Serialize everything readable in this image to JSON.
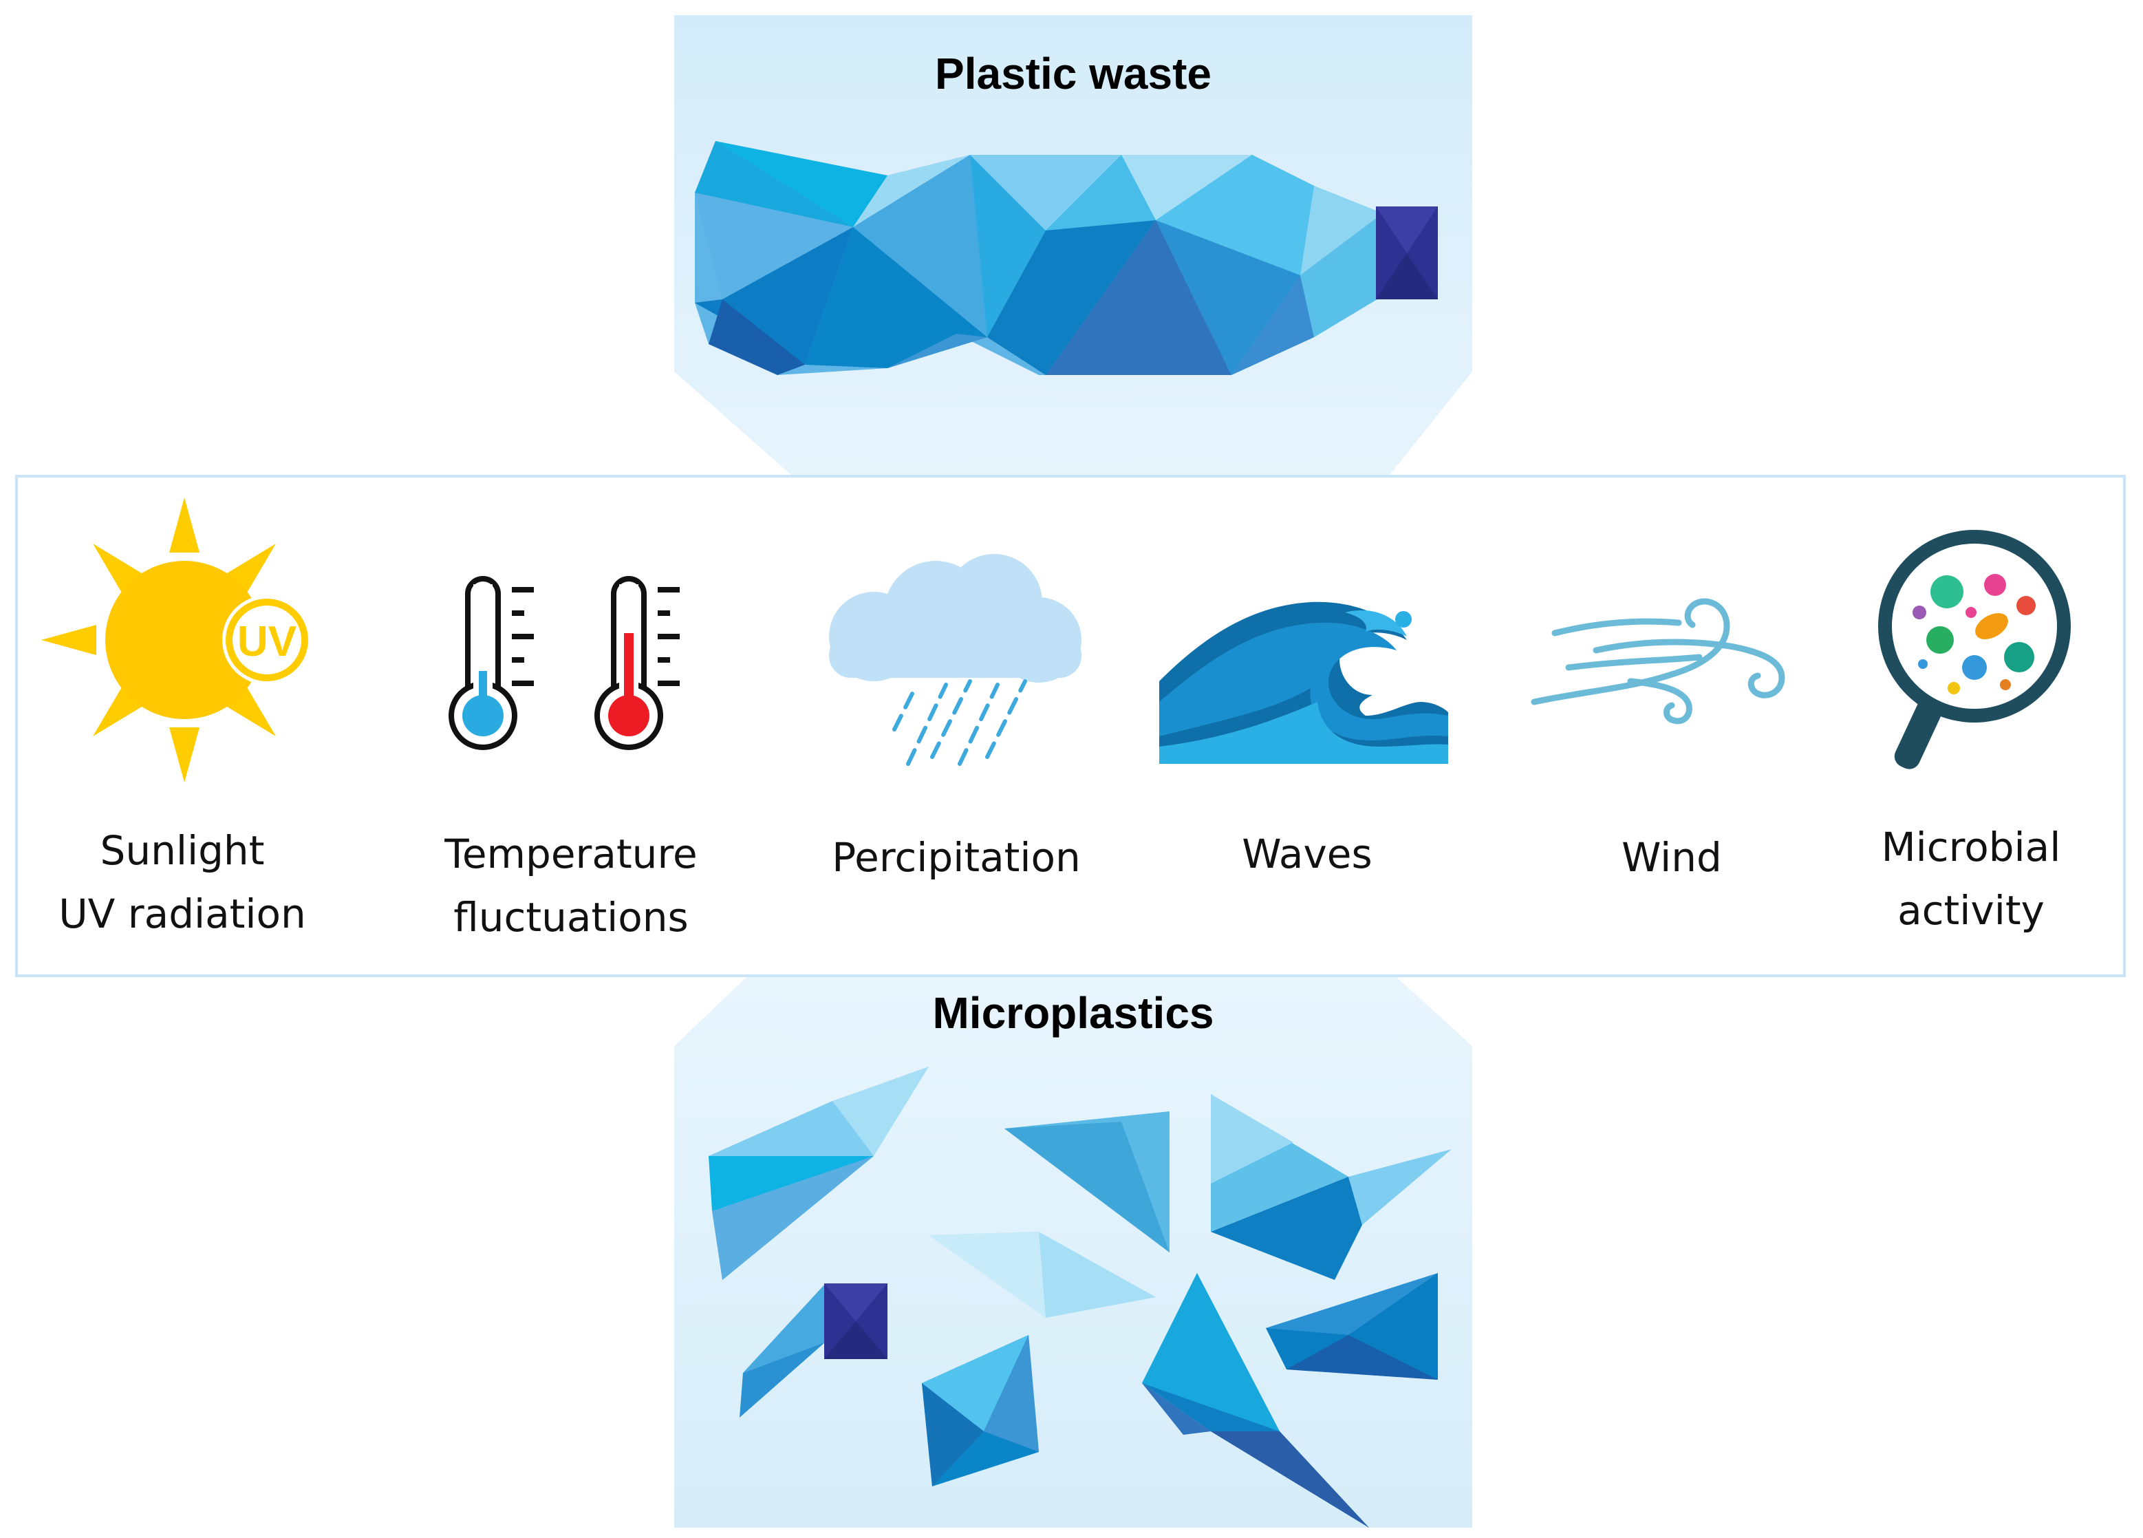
{
  "top": {
    "title": "Plastic waste"
  },
  "bottom": {
    "title": "Microplastics"
  },
  "factors": [
    {
      "line1": "Sunlight",
      "line2": "UV radiation",
      "badge": "UV",
      "icon": "sun-uv-icon"
    },
    {
      "line1": "Temperature",
      "line2": "fluctuations",
      "icon": "thermometer-icon"
    },
    {
      "line1": "Percipitation",
      "line2": "",
      "icon": "rain-cloud-icon"
    },
    {
      "line1": "Waves",
      "line2": "",
      "icon": "wave-icon"
    },
    {
      "line1": "Wind",
      "line2": "",
      "icon": "wind-icon"
    },
    {
      "line1": "Microbial",
      "line2": "activity",
      "icon": "magnifier-microbes-icon"
    }
  ],
  "colors": {
    "panel": "#d8eefa",
    "band_border": "#c5e2f5",
    "sun": "#ffcc00",
    "cold": "#29abe2",
    "hot": "#ed1c24",
    "cap": "#2e3192"
  }
}
